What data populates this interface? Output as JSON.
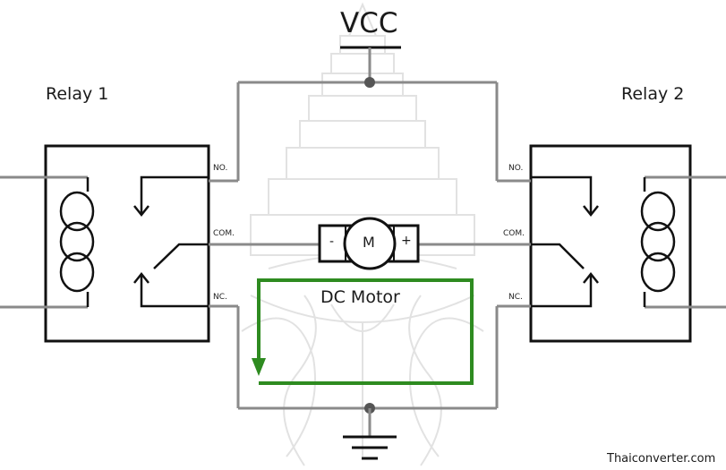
{
  "diagram": {
    "supply_label": "VCC",
    "relays": [
      {
        "label": "Relay 1",
        "pins": {
          "no": "NO.",
          "com": "COM.",
          "nc": "NC."
        }
      },
      {
        "label": "Relay 2",
        "pins": {
          "no": "NO.",
          "com": "COM.",
          "nc": "NC."
        }
      }
    ],
    "motor": {
      "label": "DC Motor",
      "symbol": "M",
      "negative_terminal": "-",
      "positive_terminal": "+"
    },
    "current_path_color": "#2e8b20",
    "wire_color": "#8a8a8a",
    "component_color": "#111111",
    "watermark_color": "#dcdcdc",
    "watermark": "seal-watermark",
    "credit": "Thaiconverter.com"
  }
}
